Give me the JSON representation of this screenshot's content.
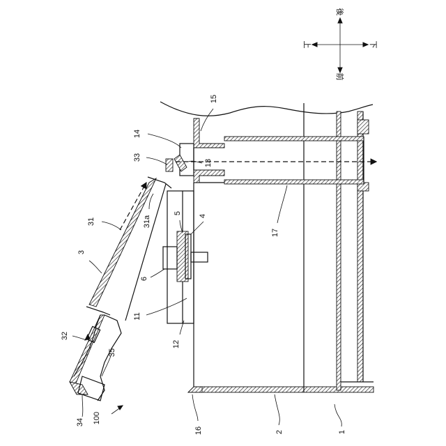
{
  "figure": {
    "direction_labels": {
      "rear": "後",
      "up": "上",
      "down": "下",
      "front": "前"
    },
    "reference_numerals": [
      {
        "key": "r1",
        "text": "1"
      },
      {
        "key": "r2",
        "text": "2"
      },
      {
        "key": "r3",
        "text": "3"
      },
      {
        "key": "r4",
        "text": "4"
      },
      {
        "key": "r5",
        "text": "5"
      },
      {
        "key": "r6",
        "text": "6"
      },
      {
        "key": "r11",
        "text": "11"
      },
      {
        "key": "r12",
        "text": "12"
      },
      {
        "key": "r13",
        "text": "13"
      },
      {
        "key": "r14",
        "text": "14"
      },
      {
        "key": "r15",
        "text": "15"
      },
      {
        "key": "r16",
        "text": "16"
      },
      {
        "key": "r17",
        "text": "17"
      },
      {
        "key": "r31",
        "text": "31"
      },
      {
        "key": "r31a",
        "text": "31a"
      },
      {
        "key": "r32",
        "text": "32"
      },
      {
        "key": "r33",
        "text": "33"
      },
      {
        "key": "r34",
        "text": "34"
      },
      {
        "key": "r35",
        "text": "35"
      },
      {
        "key": "r100",
        "text": "100"
      }
    ]
  }
}
